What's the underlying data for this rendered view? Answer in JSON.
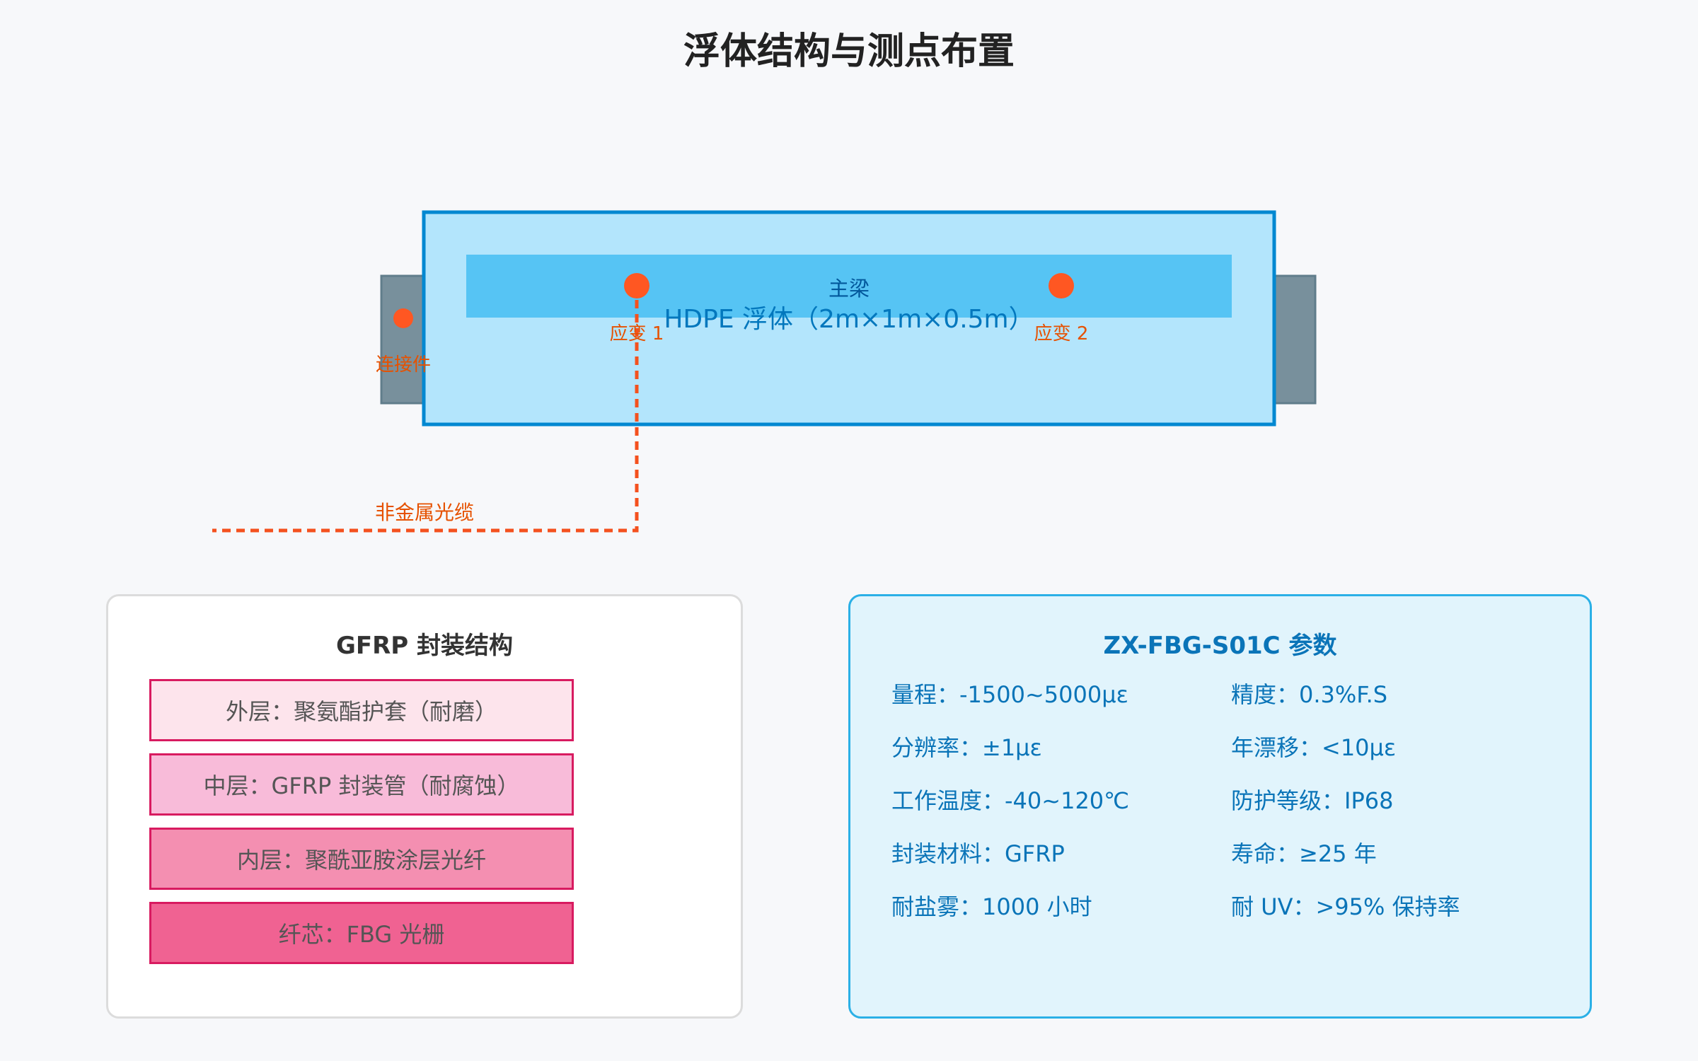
{
  "title": "浮体结构与测点布置",
  "diagram": {
    "float_label": "HDPE 浮体（2m×1m×0.5m）",
    "beam_label": "主梁",
    "connector_label": "连接件",
    "strain_points": [
      {
        "label": "应变 1"
      },
      {
        "label": "应变 2"
      }
    ],
    "cable_label": "非金属光缆",
    "colors": {
      "float_fill": "#b3e5fc",
      "float_stroke": "#0288d1",
      "beam_fill": "#56c4f4",
      "connector_fill": "#78909c",
      "sensor": "#ff5722",
      "cable": "#f4511e",
      "label_orange": "#e65100",
      "float_text": "#0277bd",
      "beam_text": "#01579b"
    }
  },
  "packaging": {
    "title": "GFRP 封装结构",
    "layers": [
      {
        "label": "外层：聚氨酯护套（耐磨）",
        "color": "#fde4ec"
      },
      {
        "label": "中层：GFRP 封装管（耐腐蚀）",
        "color": "#f8bbd9"
      },
      {
        "label": "内层：聚酰亚胺涂层光纤",
        "color": "#f48fb1"
      },
      {
        "label": "纤芯：FBG 光栅",
        "color": "#f06292"
      }
    ]
  },
  "params": {
    "title": "ZX-FBG-S01C 参数",
    "items": [
      "量程：-1500~5000με",
      "精度：0.3%F.S",
      "分辨率：±1με",
      "年漂移：<10με",
      "工作温度：-40~120℃",
      "防护等级：IP68",
      "封装材料：GFRP",
      "寿命：≥25 年",
      "耐盐雾：1000 小时",
      "耐 UV：>95% 保持率"
    ]
  }
}
